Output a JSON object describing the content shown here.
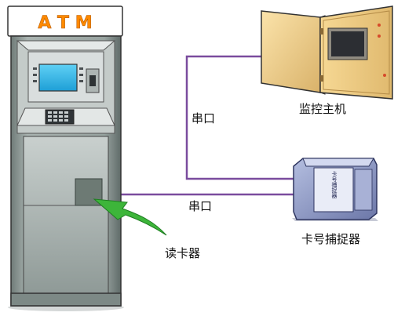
{
  "atm": {
    "sign_text": "A T M",
    "sign_text_color": "#ff8a00"
  },
  "labels": {
    "serial_port_top": "串口",
    "serial_port_bottom": "串口",
    "monitor_host": "监控主机",
    "card_number_capturer": "卡号捕捉器",
    "card_reader": "读卡器"
  },
  "capturer_device": {
    "printed_text": "卡号捕捉器"
  },
  "colors": {
    "connector_line": "#7a4c9e",
    "pointer_arrow": "#3db53a",
    "atm_body": "#8e9a97",
    "monitor_cabinet": "#efcc89"
  }
}
